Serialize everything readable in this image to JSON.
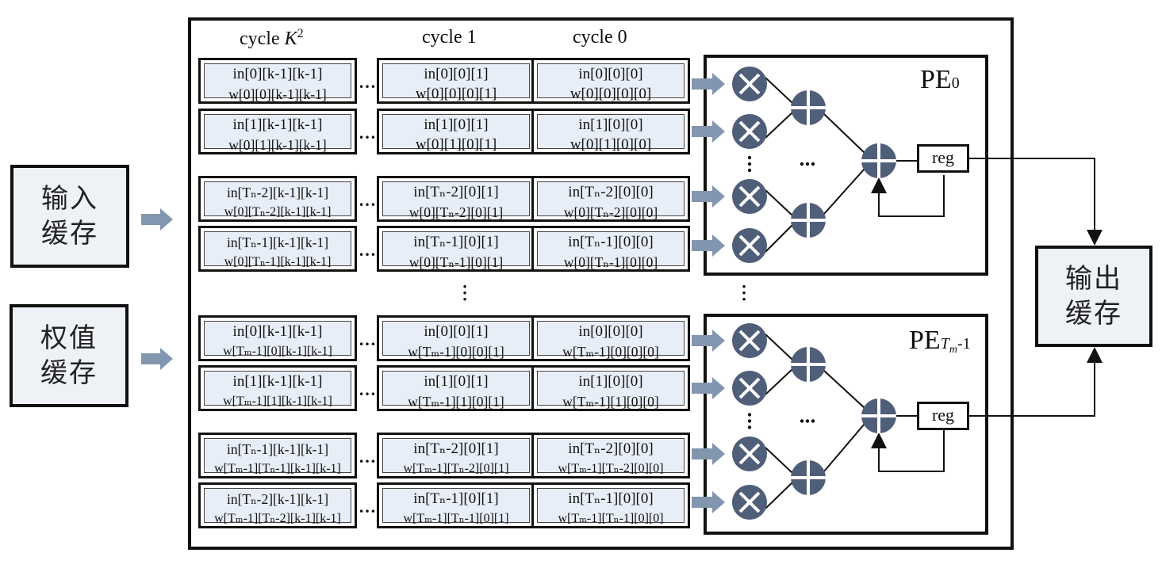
{
  "buffers": {
    "input": "输入\n缓存",
    "weight": "权值\n缓存",
    "output": "输出\n缓存"
  },
  "cycles": {
    "k2": "cycle K²",
    "one": "cycle 1",
    "zero": "cycle 0"
  },
  "ellipsis": "…",
  "pe": {
    "top": {
      "label": "PE₀",
      "reg": "reg",
      "dots": "…"
    },
    "bottom": {
      "label": "PE𝑇𝑚-1",
      "reg": "reg",
      "dots": "…"
    }
  },
  "rows": [
    {
      "c2": [
        "in[0][k-1][k-1]",
        "w[0][0][k-1][k-1]"
      ],
      "c1": [
        "in[0][0][1]",
        "w[0][0][0][1]"
      ],
      "c0": [
        "in[0][0][0]",
        "w[0][0][0][0]"
      ]
    },
    {
      "c2": [
        "in[1][k-1][k-1]",
        "w[0][1][k-1][k-1]"
      ],
      "c1": [
        "in[1][0][1]",
        "w[0][1][0][1]"
      ],
      "c0": [
        "in[1][0][0]",
        "w[0][1][0][0]"
      ]
    },
    {
      "c2": [
        "in[Tₙ-2][k-1][k-1]",
        "w[0][Tₙ-2][k-1][k-1]"
      ],
      "c1": [
        "in[Tₙ-2][0][1]",
        "w[0][Tₙ-2][0][1]"
      ],
      "c0": [
        "in[Tₙ-2][0][0]",
        "w[0][Tₙ-2][0][0]"
      ]
    },
    {
      "c2": [
        "in[Tₙ-1][k-1][k-1]",
        "w[0][Tₙ-1][k-1][k-1]"
      ],
      "c1": [
        "in[Tₙ-1][0][1]",
        "w[0][Tₙ-1][0][1]"
      ],
      "c0": [
        "in[Tₙ-1][0][0]",
        "w[0][Tₙ-1][0][0]"
      ]
    },
    {
      "c2": [
        "in[0][k-1][k-1]",
        "w[Tₘ-1][0][k-1][k-1]"
      ],
      "c1": [
        "in[0][0][1]",
        "w[Tₘ-1][0][0][1]"
      ],
      "c0": [
        "in[0][0][0]",
        "w[Tₘ-1][0][0][0]"
      ]
    },
    {
      "c2": [
        "in[1][k-1][k-1]",
        "w[Tₘ-1][1][k-1][k-1]"
      ],
      "c1": [
        "in[1][0][1]",
        "w[Tₘ-1][1][0][1]"
      ],
      "c0": [
        "in[1][0][0]",
        "w[Tₘ-1][1][0][0]"
      ]
    },
    {
      "c2": [
        "in[Tₙ-1][k-1][k-1]",
        "w[Tₘ-1][Tₙ-1][k-1][k-1]"
      ],
      "c1": [
        "in[Tₙ-2][0][1]",
        "w[Tₘ-1][Tₙ-2][0][1]"
      ],
      "c0": [
        "in[Tₙ-2][0][0]",
        "w[Tₘ-1][Tₙ-2][0][0]"
      ]
    },
    {
      "c2": [
        "in[Tₙ-2][k-1][k-1]",
        "w[Tₘ-1][Tₙ-2][k-1][k-1]"
      ],
      "c1": [
        "in[Tₙ-1][0][1]",
        "w[Tₘ-1][Tₙ-1][0][1]"
      ],
      "c0": [
        "in[Tₙ-1][0][0]",
        "w[Tₘ-1][Tₙ-1][0][0]"
      ]
    }
  ],
  "colors": {
    "arrow": "#8296b0",
    "node": "#4f5e79",
    "cell": "#e8eef7",
    "buffer": "#eef1f6"
  }
}
